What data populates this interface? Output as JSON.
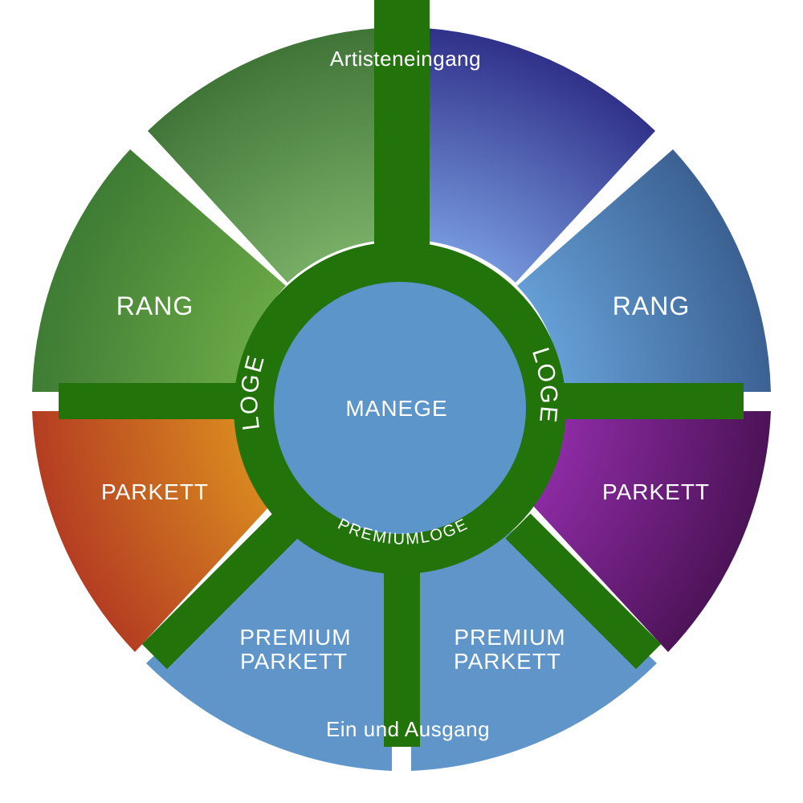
{
  "colors": {
    "corridor": "#23730b",
    "arena": "#5b95c9",
    "top_left": "#5e9a50",
    "top_right": "#4f5fb5",
    "upper_left": "#4d9440",
    "upper_right": "#4a84ba",
    "left_parkett": "#c85a25",
    "right_parkett": "#7b2484",
    "bottom": "#5f95c8"
  },
  "sections": {
    "entrance_top": "Artisteneingang",
    "rang_left": "RANG",
    "rang_right": "RANG",
    "parkett_left": "PARKETT",
    "parkett_right": "PARKETT",
    "premium_left_line1": "PREMIUM",
    "premium_left_line2": "PARKETT",
    "premium_right_line1": "PREMIUM",
    "premium_right_line2": "PARKETT",
    "entrance_bottom": "Ein und Ausgang"
  },
  "ring": {
    "loge_left": "LOGE",
    "loge_right": "LOGE",
    "premiumloge": "PREMIUMLOGE"
  },
  "center": {
    "arena": "MANEGE"
  }
}
